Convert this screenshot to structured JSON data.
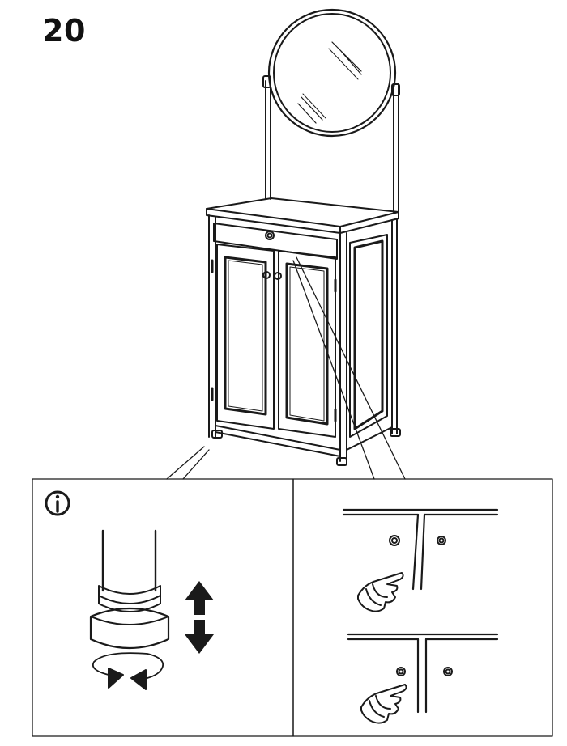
{
  "step": {
    "number": "20"
  },
  "illustration": {
    "main": "cabinet-with-round-mirror",
    "detail_left": {
      "info_icon": "info-icon",
      "foot": "adjustable-foot",
      "arrows": [
        "up-down-arrow-icon",
        "rotate-arrow-icon"
      ]
    },
    "detail_right": {
      "hand_icon": "pointing-hand-icon",
      "views": [
        "doors-misaligned",
        "doors-aligned"
      ]
    }
  }
}
